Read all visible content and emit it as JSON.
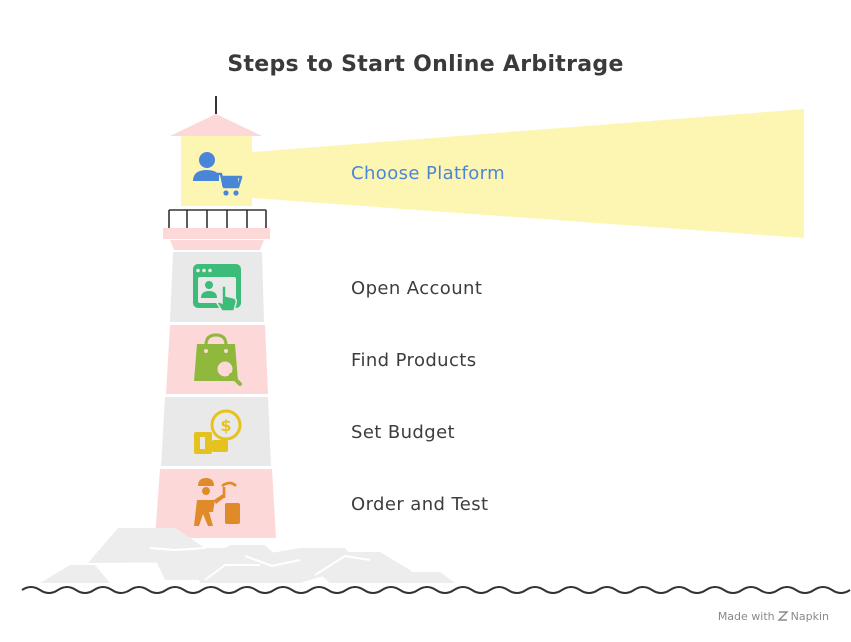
{
  "title": "Steps to Start Online Arbitrage",
  "steps": [
    {
      "label": "Choose Platform",
      "icon": "user-cart-icon",
      "color": "#4a86d8"
    },
    {
      "label": "Open Account",
      "icon": "account-window-icon",
      "color": "#3dbb78"
    },
    {
      "label": "Find Products",
      "icon": "shopping-bag-search-icon",
      "color": "#8fb83c"
    },
    {
      "label": "Set Budget",
      "icon": "wallet-coin-icon",
      "color": "#e6c21f"
    },
    {
      "label": "Order and Test",
      "icon": "worker-package-icon",
      "color": "#e08a2a"
    }
  ],
  "credit": {
    "prefix": "Made with",
    "brand": "Napkin"
  },
  "colors": {
    "light_beam": "#fdf6b3",
    "tower_pink": "#fcd9d8",
    "tower_gray": "#e9e9e9",
    "rocks": "#ededed",
    "text": "#3d3d3d"
  }
}
